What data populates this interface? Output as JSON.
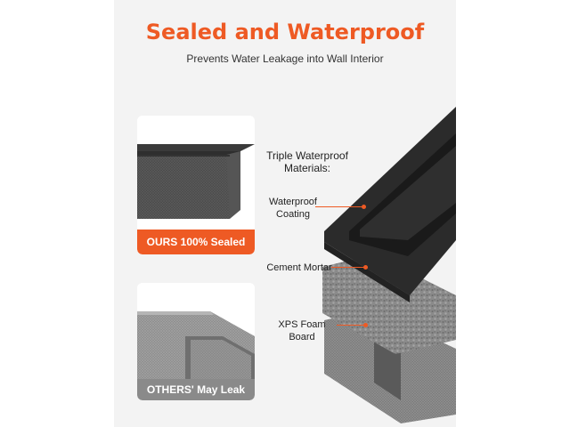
{
  "title": "Sealed and Waterproof",
  "subtitle": "Prevents Water Leakage into Wall Interior",
  "cards": {
    "ours_label": "OURS 100% Sealed",
    "others_label": "OTHERS' May Leak"
  },
  "diagram": {
    "heading": "Triple Waterproof Materials:",
    "layers": [
      "Waterproof Coating",
      "Cement Mortar",
      "XPS Foam Board"
    ]
  },
  "colors": {
    "accent": "#ee5a24",
    "badge_gray": "#8a8a8a"
  }
}
